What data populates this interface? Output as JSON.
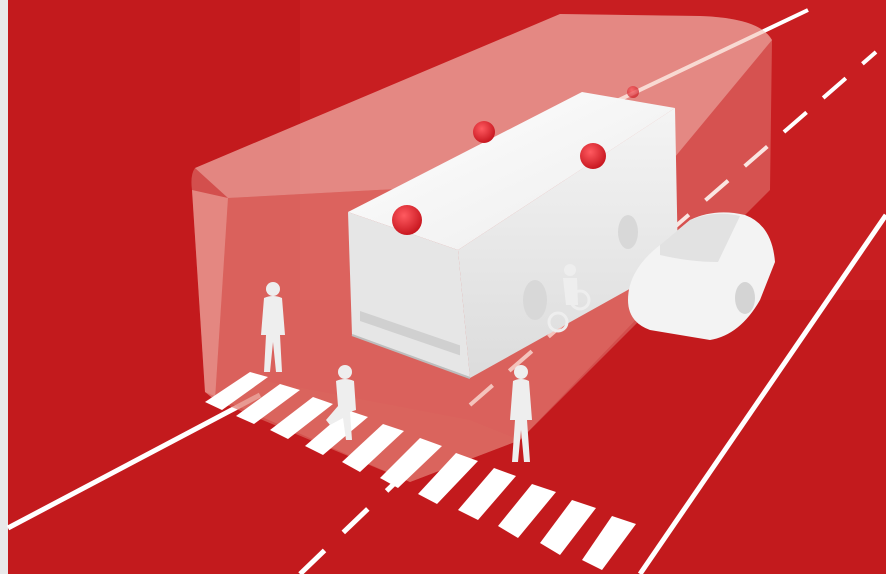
{
  "scene": {
    "subject": "bus-sensor-illustration",
    "colors": {
      "background": "#c31a1d",
      "road_marking": "#ffffff",
      "sensor_zone_fill": "#f2b5aa",
      "sensor_dot": "#e02a34",
      "vehicle": "#f2f2f2",
      "left_strip": "#e9e9ea"
    },
    "objects": [
      "bus",
      "sensor-zone",
      "car",
      "pedestrian",
      "pedestrian",
      "pedestrian",
      "cyclist",
      "crosswalk",
      "lane-markings"
    ],
    "sensor_count": 4
  }
}
